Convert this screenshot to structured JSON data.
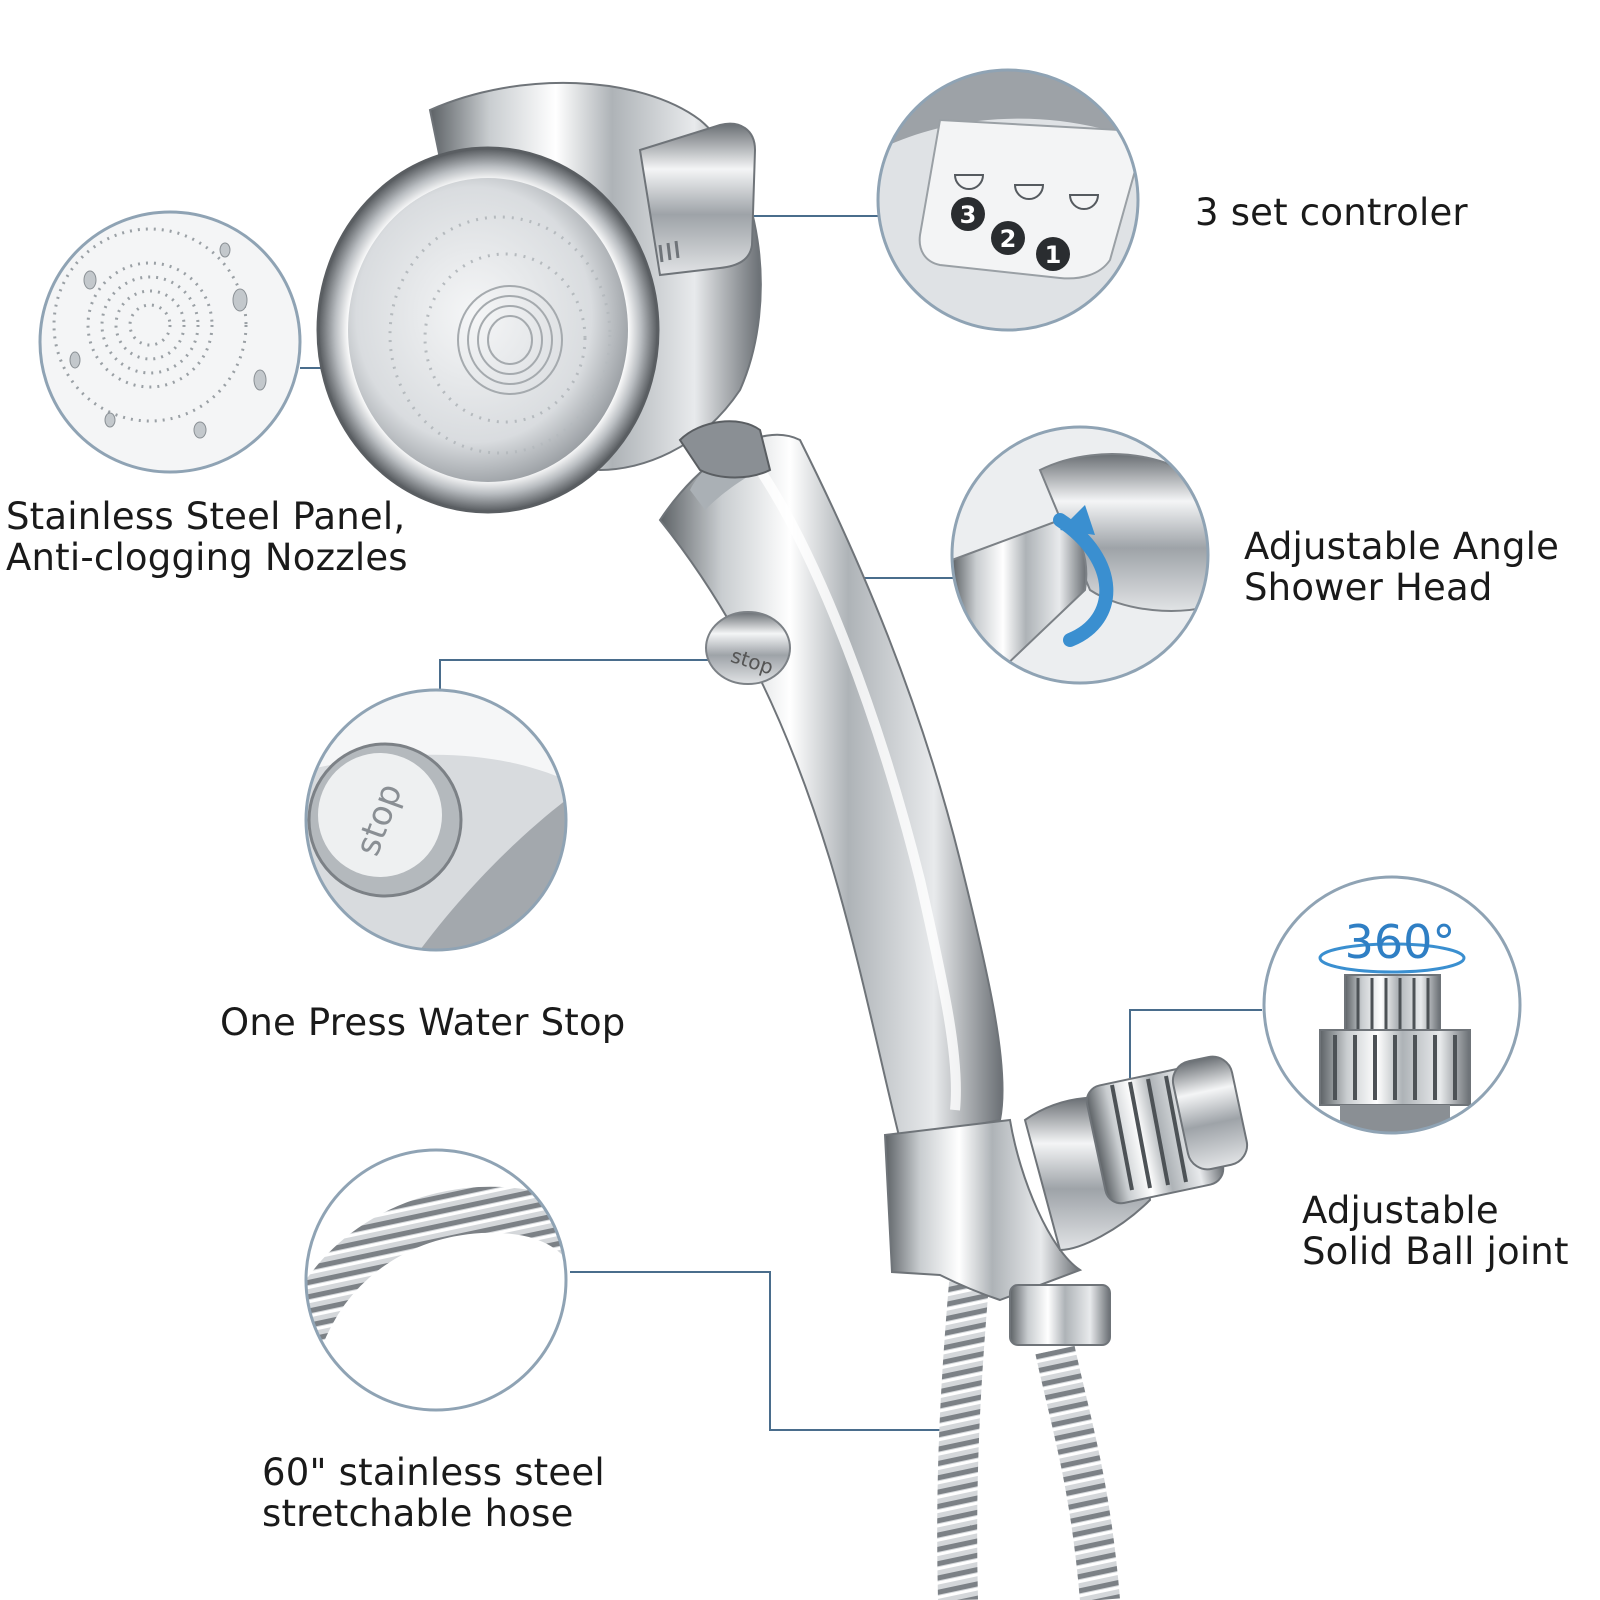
{
  "features": {
    "panel": {
      "line1": "Stainless Steel Panel,",
      "line2": "Anti-clogging Nozzles"
    },
    "controller": {
      "line1": "3 set controler",
      "numbers": [
        "3",
        "2",
        "1"
      ]
    },
    "angle": {
      "line1": "Adjustable Angle",
      "line2": "Shower Head"
    },
    "water_stop": {
      "line1": "One Press Water Stop",
      "button_text": "stop"
    },
    "ball_joint": {
      "line1": "Adjustable",
      "line2": "Solid Ball joint",
      "rotation": "360°"
    },
    "hose": {
      "line1": "60\" stainless steel",
      "line2": "stretchable hose"
    }
  },
  "colors": {
    "leader_line": "#4a6d8c",
    "circle_border": "#8fa3b4",
    "rotation_arrow": "#3a8fd0",
    "chrome_dark": "#6b7075",
    "chrome_light": "#f2f3f4"
  }
}
